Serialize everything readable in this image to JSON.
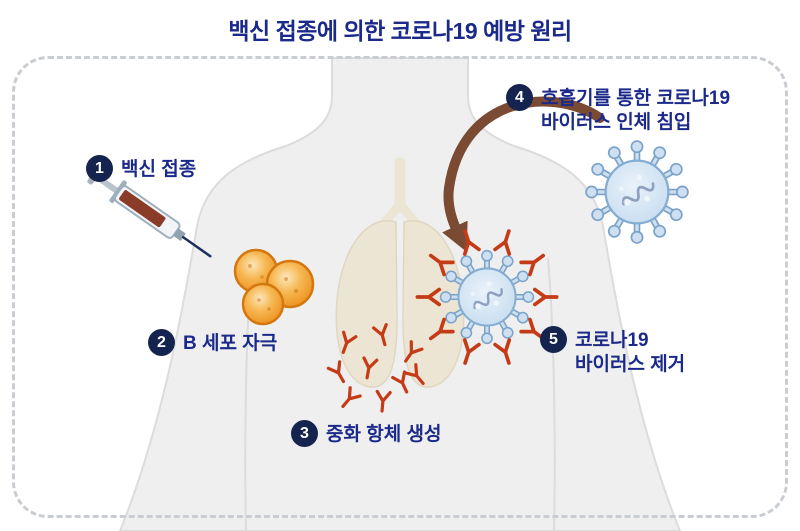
{
  "title": "백신 접종에 의한 코로나19 예방 원리",
  "steps": [
    {
      "num": "1",
      "lines": [
        "백신 접종"
      ]
    },
    {
      "num": "2",
      "lines": [
        "B 세포 자극"
      ]
    },
    {
      "num": "3",
      "lines": [
        "중화 항체 생성"
      ]
    },
    {
      "num": "4",
      "lines": [
        "호흡기를 통한 코로나19",
        "바이러스 인체 침입"
      ]
    },
    {
      "num": "5",
      "lines": [
        "코로나19",
        "바이러스 제거"
      ]
    }
  ],
  "icons": {
    "syringe": "syringe-icon",
    "b_cells": "b-cell-icon",
    "antibody": "antibody-icon",
    "virus": "coronavirus-icon",
    "arrow": "virus-entry-arrow",
    "body": "body-silhouette",
    "lungs": "lungs-icon"
  },
  "colors": {
    "title_navy": "#1b2a8a",
    "badge_navy": "#15234f",
    "label_navy": "#1b2a8a",
    "antibody_red": "#c63b17",
    "cell_orange": "#f09a2e",
    "virus_blue": "#d6e7f5",
    "arrow_brown": "#7b4a33",
    "border_gray": "#c9cdd2"
  }
}
